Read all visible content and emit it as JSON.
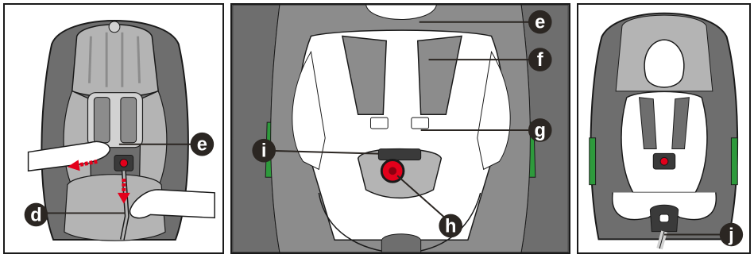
{
  "panels": [
    {
      "id": "panel-1",
      "labels": [
        "e",
        "d"
      ]
    },
    {
      "id": "panel-2",
      "labels": [
        "e",
        "f",
        "g",
        "i",
        "h"
      ]
    },
    {
      "id": "panel-3",
      "labels": [
        "j"
      ]
    }
  ],
  "callouts": {
    "p1_e": "e",
    "p1_d": "d",
    "p2_e": "e",
    "p2_f": "f",
    "p2_g": "g",
    "p2_i": "i",
    "p2_h": "h",
    "p3_j": "j"
  },
  "colors": {
    "seat_dark": "#6e6e6e",
    "seat_mid": "#8c8c8c",
    "seat_light": "#b4b4b4",
    "pad_light": "#d2d2d2",
    "accent_red": "#e3001b",
    "accent_green": "#2e9a3c",
    "callout": "#2b2622"
  }
}
